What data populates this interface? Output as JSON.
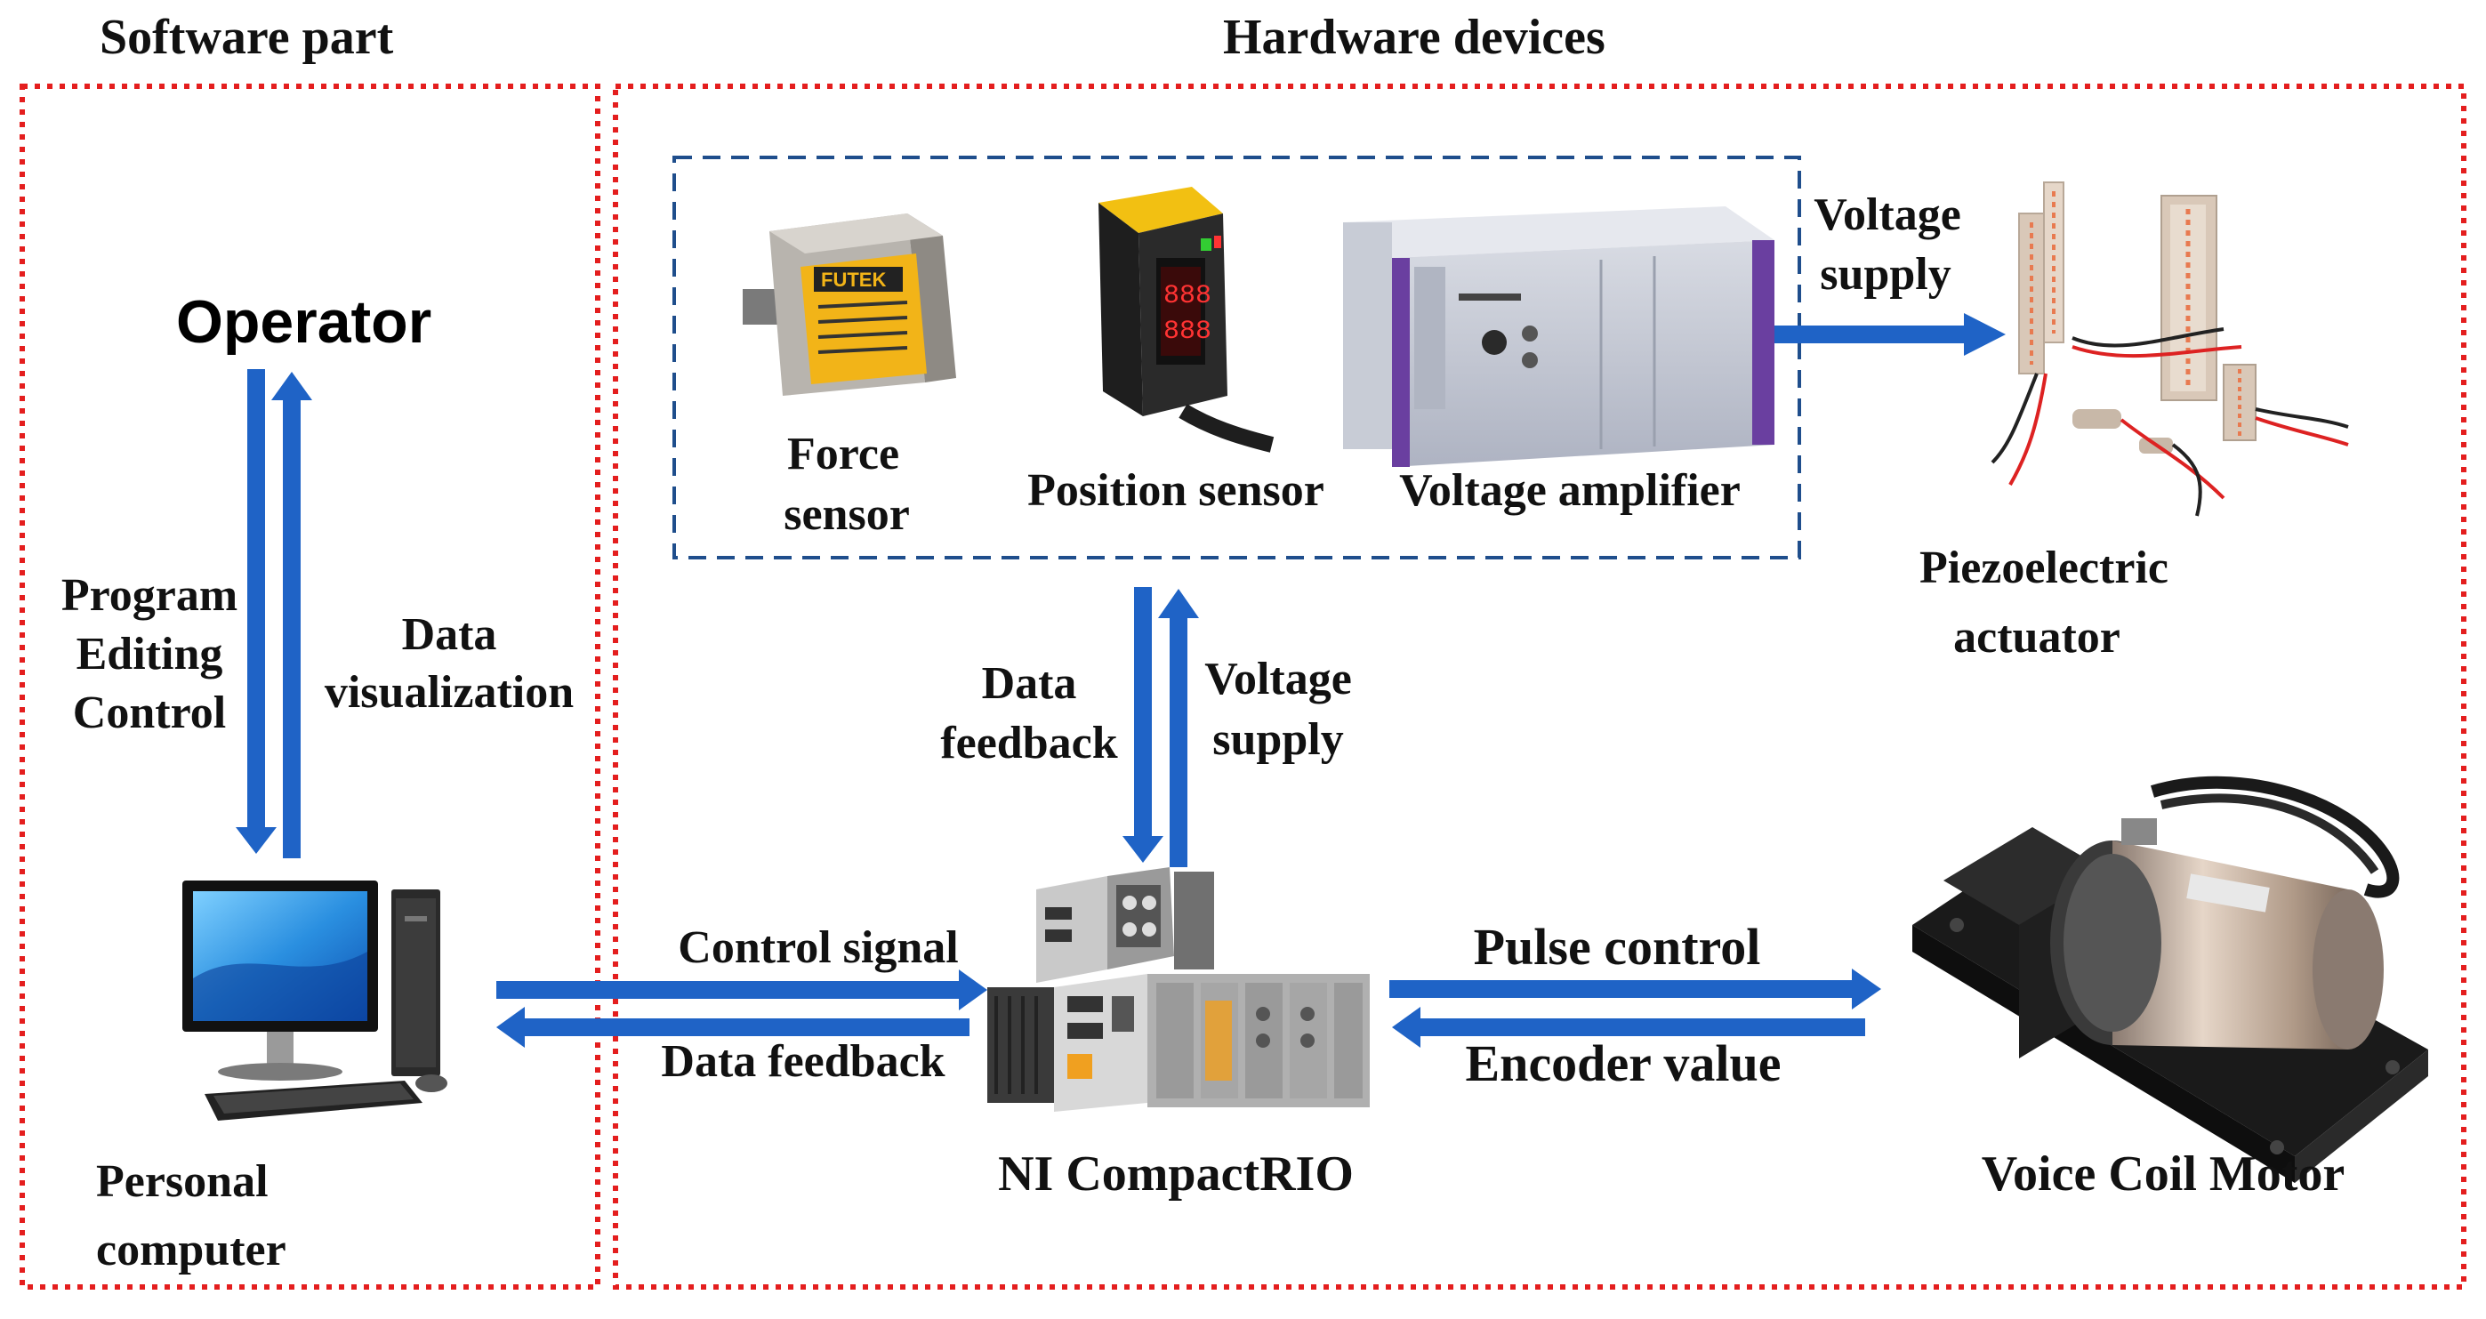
{
  "sections": {
    "software_title": "Software part",
    "hardware_title": "Hardware devices"
  },
  "software": {
    "operator": "Operator",
    "program_editing": [
      "Program",
      "Editing",
      "Control"
    ],
    "data_visualization": [
      "Data",
      "visualization"
    ],
    "personal_computer": [
      "Personal",
      "computer"
    ]
  },
  "hardware": {
    "force_sensor": [
      "Force",
      "sensor"
    ],
    "position_sensor": "Position sensor",
    "voltage_amplifier": "Voltage amplifier",
    "voltage_supply_top": [
      "Voltage",
      "supply"
    ],
    "piezo_actuator": [
      "Piezoelectric",
      "actuator"
    ],
    "data_feedback_vertical": [
      "Data",
      "feedback"
    ],
    "voltage_supply_vertical": [
      "Voltage",
      "supply"
    ],
    "control_signal": "Control signal",
    "data_feedback_horizontal": "Data feedback",
    "compactrio": "NI CompactRIO",
    "pulse_control": "Pulse control",
    "encoder_value": "Encoder value",
    "voice_coil_motor": "Voice Coil Motor",
    "futek_brand": "FUTEK"
  },
  "colors": {
    "section_border": "#e41e1e",
    "group_border": "#1f4e8c",
    "arrow": "#1f63c6"
  }
}
